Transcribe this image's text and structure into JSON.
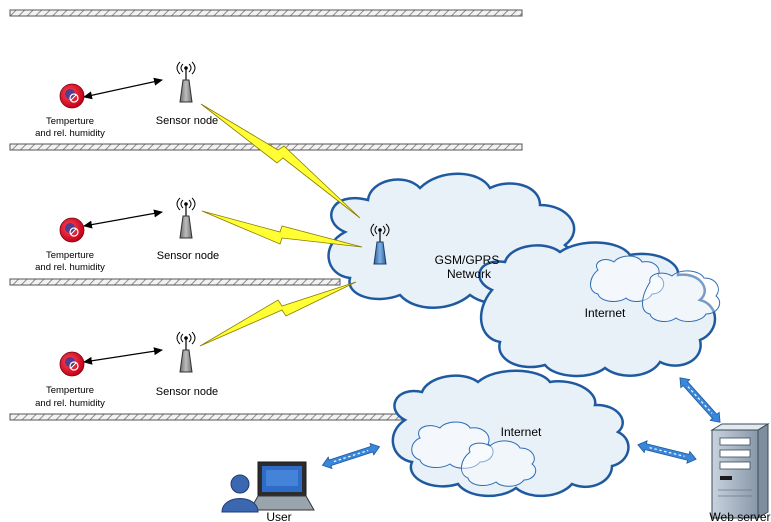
{
  "sensors": [
    {
      "sensor_label": "Temperture",
      "sensor_label2": "and rel. humidity",
      "node_label": "Sensor node"
    },
    {
      "sensor_label": "Temperture",
      "sensor_label2": "and rel. humidity",
      "node_label": "Sensor node"
    },
    {
      "sensor_label": "Temperture",
      "sensor_label2": "and rel. humidity",
      "node_label": "Sensor node"
    }
  ],
  "gsm": {
    "line1": "GSM/GPRS",
    "line2": "Network"
  },
  "internet_top": {
    "label": "Internet"
  },
  "internet_bottom": {
    "label": "Internet"
  },
  "user": {
    "label": "User"
  },
  "server": {
    "label": "Web server"
  },
  "colors": {
    "floor_stroke": "#555555",
    "cloud_fill": "#e8f0f8",
    "cloud_stroke": "#1f5aa0",
    "lightning_fill": "#ffff33",
    "lightning_stroke": "#a08a00",
    "arrow_blue": "#2f7fd0",
    "sensor_red": "#d8102a",
    "antenna_grey": "#8a8a8a",
    "user_blue": "#3a67b0"
  },
  "icons": [
    "humidity-sensor-icon",
    "antenna-icon",
    "lightning-icon",
    "cloud-icon",
    "laptop-icon",
    "user-icon",
    "server-icon"
  ]
}
